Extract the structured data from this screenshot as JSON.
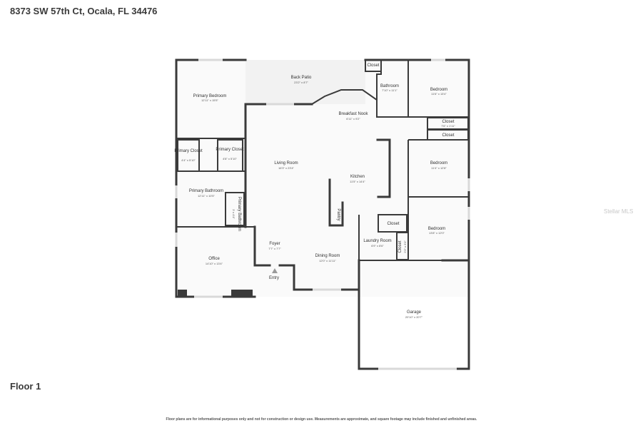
{
  "address": "8373 SW 57th Ct, Ocala, FL 34476",
  "floor_label": "Floor 1",
  "disclaimer": "Floor plans are for informational purposes only and not for construction or design use. Measurements are approximate, and square footage may include finished and unfinished areas.",
  "watermark": "Stellar MLS",
  "entry_label": "Entry",
  "rooms": [
    {
      "id": "back-patio",
      "name": "Back Patio",
      "dim": "23'2\" x 8'7\""
    },
    {
      "id": "closet-top",
      "name": "Closet",
      "dim": ""
    },
    {
      "id": "bathroom",
      "name": "Bathroom",
      "dim": "7'10\" x 11'1\""
    },
    {
      "id": "bedroom-ne",
      "name": "Bedroom",
      "dim": "11'6\" x 13'4\""
    },
    {
      "id": "primary-bedroom",
      "name": "Primary Bedroom",
      "dim": "12'11\" x 15'5\""
    },
    {
      "id": "breakfast-nook",
      "name": "Breakfast Nook",
      "dim": "6'11\" x 9'2\""
    },
    {
      "id": "closet-e1",
      "name": "Closet",
      "dim": "7'6\" x 1'11\""
    },
    {
      "id": "closet-e2",
      "name": "Closet",
      "dim": ""
    },
    {
      "id": "primary-closet-1",
      "name": "Primary Closet",
      "dim": "4'4\" x 5'10\""
    },
    {
      "id": "primary-closet-2",
      "name": "Primary Closet",
      "dim": "4'8\" x 5'10\""
    },
    {
      "id": "living-room",
      "name": "Living Room",
      "dim": "16'3\" x 23'4\""
    },
    {
      "id": "bedroom-e",
      "name": "Bedroom",
      "dim": "11'4\" x 12'8\""
    },
    {
      "id": "kitchen",
      "name": "Kitchen",
      "dim": "11'5\" x 14'4\""
    },
    {
      "id": "primary-bathroom",
      "name": "Primary Bathroom",
      "dim": "12'11\" x 10'5\""
    },
    {
      "id": "primary-bathroom-2",
      "name": "Primary Bathroom",
      "dim": "3' x 4'4\""
    },
    {
      "id": "pantry",
      "name": "Pantry",
      "dim": ""
    },
    {
      "id": "closet-mid",
      "name": "Closet",
      "dim": ""
    },
    {
      "id": "bedroom-se",
      "name": "Bedroom",
      "dim": "13'8\" x 12'0\""
    },
    {
      "id": "laundry-room",
      "name": "Laundry Room",
      "dim": "6'9\" x 8'6\""
    },
    {
      "id": "closet-small",
      "name": "Closet",
      "dim": "2'0\" x 3'0\""
    },
    {
      "id": "foyer",
      "name": "Foyer",
      "dim": "7'7\" x 7'7\""
    },
    {
      "id": "office",
      "name": "Office",
      "dim": "14'10\" x 13'4\""
    },
    {
      "id": "dining-room",
      "name": "Dining Room",
      "dim": "12'0\" x 11'11\""
    },
    {
      "id": "garage",
      "name": "Garage",
      "dim": "20'10\" x 20'7\""
    }
  ]
}
